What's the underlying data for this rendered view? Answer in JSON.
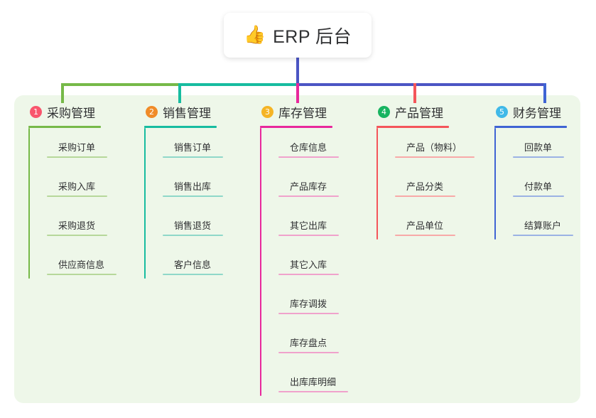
{
  "root": {
    "icon": "thumbs-up-icon",
    "emoji": "👍",
    "title": "ERP 后台"
  },
  "panel": {
    "background_color": "#eef7e9"
  },
  "trunk": {
    "color": "#4b55c4",
    "segments": [
      {
        "name": "segment-purchase",
        "color": "#76b948"
      },
      {
        "name": "segment-sales",
        "color": "#17bca0"
      },
      {
        "name": "segment-right",
        "color": "#4b55c4"
      }
    ]
  },
  "columns": [
    {
      "index": "1",
      "title": "采购管理",
      "badge_color": "#f9566d",
      "line_color": "#76b948",
      "rule_color": "#b6d89a",
      "items": [
        {
          "label": "采购订单",
          "rule_width": 85
        },
        {
          "label": "采购入库",
          "rule_width": 85
        },
        {
          "label": "采购退货",
          "rule_width": 85
        },
        {
          "label": "供应商信息",
          "rule_width": 98
        }
      ]
    },
    {
      "index": "2",
      "title": "销售管理",
      "badge_color": "#f08b28",
      "line_color": "#17bca0",
      "rule_color": "#8fd8c9",
      "items": [
        {
          "label": "销售订单",
          "rule_width": 85
        },
        {
          "label": "销售出库",
          "rule_width": 85
        },
        {
          "label": "销售退货",
          "rule_width": 85
        },
        {
          "label": "客户信息",
          "rule_width": 85
        }
      ]
    },
    {
      "index": "3",
      "title": "库存管理",
      "badge_color": "#f5b425",
      "line_color": "#e8289c",
      "rule_color": "#f0a2cc",
      "items": [
        {
          "label": "仓库信息",
          "rule_width": 85
        },
        {
          "label": "产品库存",
          "rule_width": 85
        },
        {
          "label": "其它出库",
          "rule_width": 85
        },
        {
          "label": "其它入库",
          "rule_width": 85
        },
        {
          "label": "库存调拨",
          "rule_width": 85
        },
        {
          "label": "库存盘点",
          "rule_width": 85
        },
        {
          "label": "出库库明细",
          "rule_width": 98
        }
      ]
    },
    {
      "index": "4",
      "title": "产品管理",
      "badge_color": "#18b461",
      "line_color": "#f4555a",
      "rule_color": "#f8a9a8",
      "items": [
        {
          "label": "产品（物料）",
          "rule_width": 112
        },
        {
          "label": "产品分类",
          "rule_width": 85
        },
        {
          "label": "产品单位",
          "rule_width": 85
        }
      ]
    },
    {
      "index": "5",
      "title": "财务管理",
      "badge_color": "#40b9e8",
      "line_color": "#3f64d4",
      "rule_color": "#9bb2e4",
      "items": [
        {
          "label": "回款单",
          "rule_width": 72
        },
        {
          "label": "付款单",
          "rule_width": 72
        },
        {
          "label": "结算账户",
          "rule_width": 85
        }
      ]
    }
  ]
}
